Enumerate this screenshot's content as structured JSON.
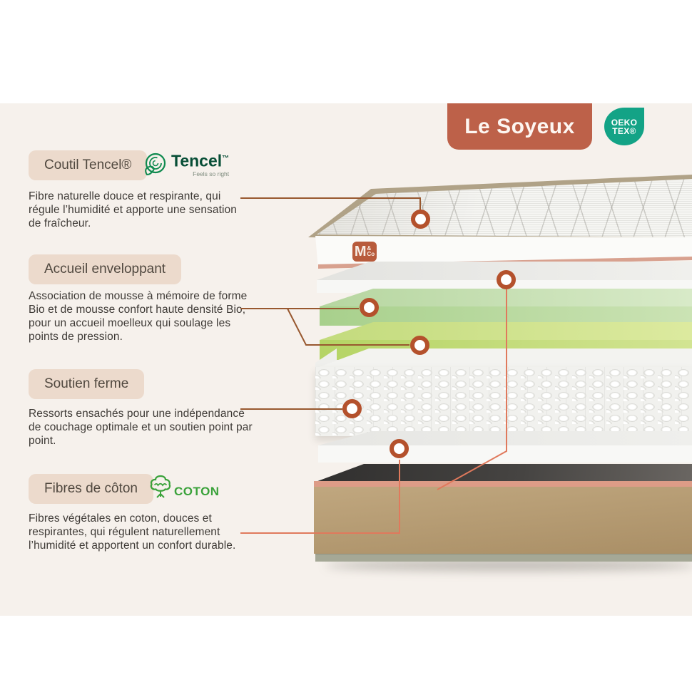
{
  "header": {
    "title": "Le Soyeux",
    "title_bg": "#bd6149",
    "oeko_badge": {
      "line1": "OEKO",
      "line2": "TEX®",
      "bg": "#13a386"
    }
  },
  "sections": [
    {
      "label": "Coutil Tencel®",
      "description": "Fibre naturelle douce et respirante, qui régule l’humidité et apporte une sensation de fraîcheur.",
      "logo": {
        "text": "Tencel",
        "tm": "™",
        "tagline": "Feels so right"
      }
    },
    {
      "label": "Accueil enveloppant",
      "description": "Association de mousse à mémoire de forme Bio et de mousse confort haute densité Bio, pour un accueil moelleux qui soulage les points de pression."
    },
    {
      "label": "Soutien ferme",
      "description": "Ressorts ensachés pour une indépendance de couchage optimale et un soutien point par point."
    },
    {
      "label": "Fibres de côton",
      "description": "Fibres végétales en coton, douces et respirantes, qui régulent naturellement l’humidité et apportent un confort durable.",
      "logo": {
        "text": "COTON"
      }
    }
  ],
  "mattress": {
    "brand_tag_m": "M",
    "brand_tag_and": "&",
    "brand_tag_co": "Co",
    "layers": [
      "quilted-tencel-top",
      "felt-layer-upper",
      "memory-foam-bio",
      "comfort-foam-high-density-bio",
      "pocketed-springs",
      "felt-layer-lower",
      "cotton-fiber-base"
    ]
  },
  "colors": {
    "background": "#f6f1ec",
    "accent_ring": "#b4512c",
    "line_dark": "#98582f",
    "line_salmon": "#e0795c",
    "pill_bg": "#ecdacc",
    "text": "#3e3a36",
    "tencel_green": "#074e36",
    "cotton_green": "#3aa23a"
  }
}
